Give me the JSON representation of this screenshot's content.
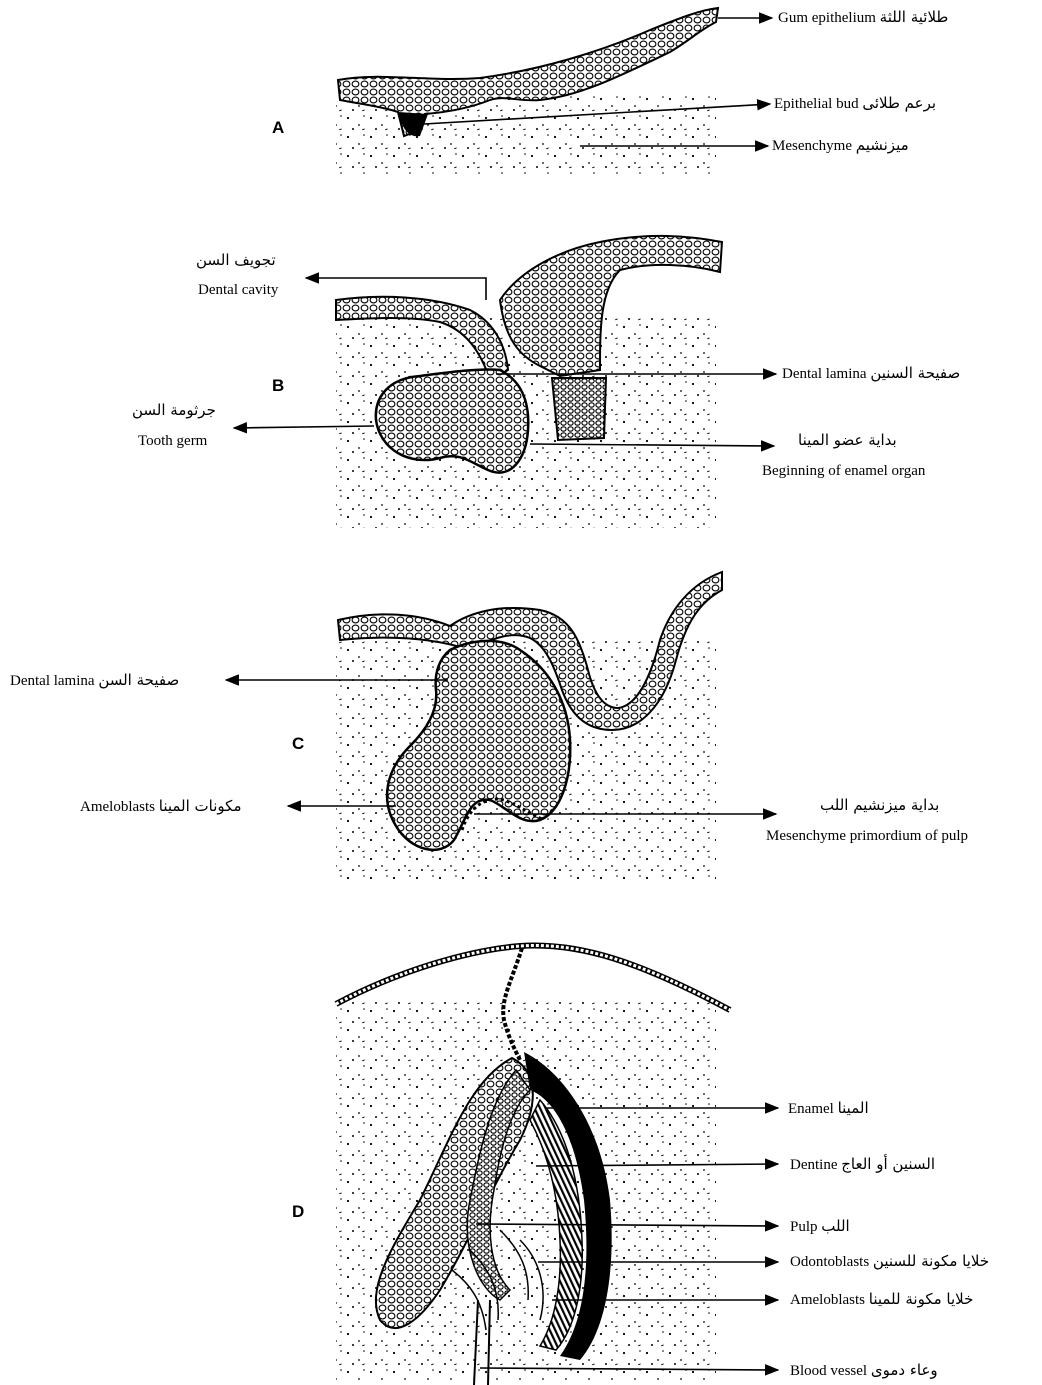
{
  "panels": {
    "A": {
      "letter": "A",
      "labels": {
        "gum_epithelium": {
          "en": "Gum epithelium",
          "ar": "طلائية اللثة"
        },
        "epithelial_bud": {
          "en": "Epithelial bud",
          "ar": "برعم طلائى"
        },
        "mesenchyme": {
          "en": "Mesenchyme",
          "ar": "ميزنشيم"
        }
      }
    },
    "B": {
      "letter": "B",
      "labels": {
        "dental_cavity": {
          "en": "Dental cavity",
          "ar": "تجويف السن"
        },
        "tooth_germ": {
          "en": "Tooth germ",
          "ar": "جرثومة السن"
        },
        "dental_lamina": {
          "en": "Dental lamina",
          "ar": "صفيحة السنين"
        },
        "enamel_organ": {
          "en": "Beginning of enamel organ",
          "ar": "بداية عضو المينا"
        }
      }
    },
    "C": {
      "letter": "C",
      "labels": {
        "dental_lamina": {
          "en": "Dental lamina",
          "ar": "صفيحة السن"
        },
        "ameloblasts": {
          "en": "Ameloblasts",
          "ar": "مكونات المينا"
        },
        "mesenchyme_pulp": {
          "en": "Mesenchyme primordium of pulp",
          "ar": "بداية ميزنشيم اللب"
        }
      }
    },
    "D": {
      "letter": "D",
      "labels": {
        "enamel": {
          "en": "Enamel",
          "ar": "المينا"
        },
        "dentine": {
          "en": "Dentine",
          "ar": "السنين أو العاج"
        },
        "pulp": {
          "en": "Pulp",
          "ar": "اللب"
        },
        "odontoblasts": {
          "en": "Odontoblasts",
          "ar": "خلايا مكونة للسنين"
        },
        "ameloblasts": {
          "en": "Ameloblasts",
          "ar": "خلايا مكونة للمينا"
        },
        "blood_vessel": {
          "en": "Blood vessel",
          "ar": "وعاء دموى"
        }
      }
    }
  }
}
